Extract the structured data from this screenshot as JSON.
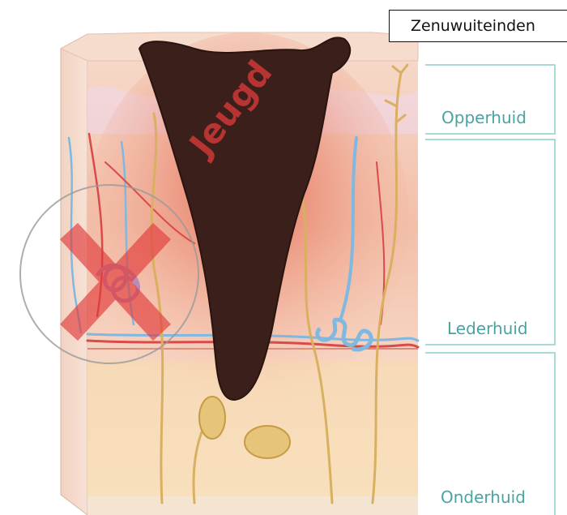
{
  "callout": {
    "text": "Zenuwuiteinden"
  },
  "layers": {
    "epidermis": "Opperhuid",
    "dermis": "Lederhuid",
    "subcutis": "Onderhuid"
  },
  "watermark": {
    "text": "Jeugd"
  },
  "colors": {
    "wound": "#3a1f1a",
    "skin": "#f3c9b8",
    "fat": "#f7dcae",
    "nerve": "#d9b060",
    "artery": "#d94a4a",
    "vein": "#7fb8e0",
    "label": "#4aa3a3",
    "cross": "#e23b3b"
  }
}
